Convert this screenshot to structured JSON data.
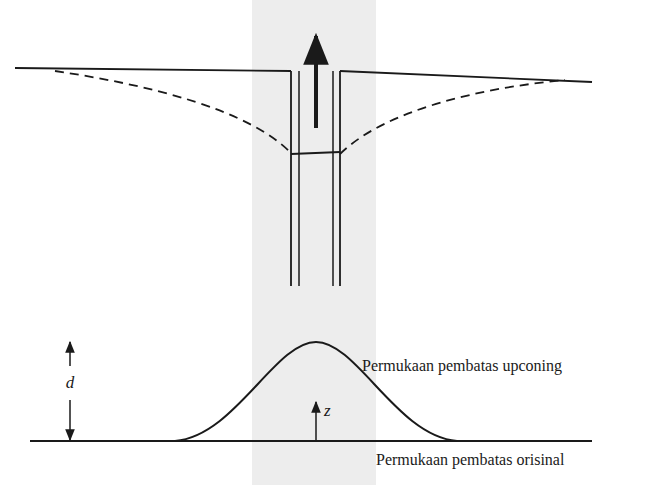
{
  "diagram": {
    "labels": [
      "d",
      "z",
      "Permukaan pembatas upconing",
      "Permukaan pembatas orisinal"
    ]
  }
}
